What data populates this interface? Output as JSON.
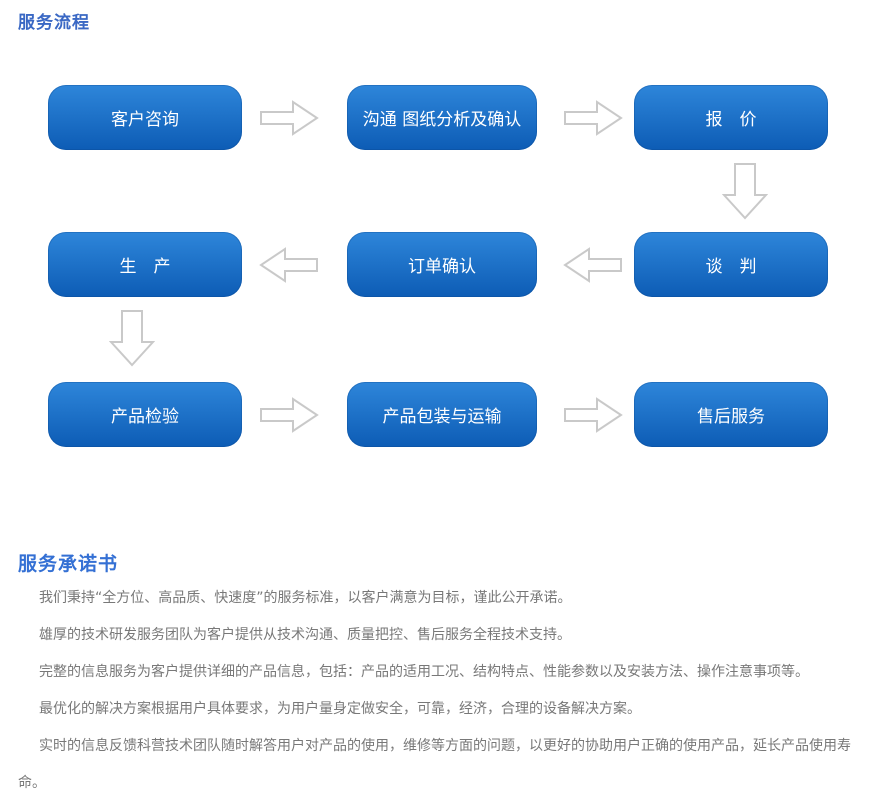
{
  "colors": {
    "page_background": "#ffffff",
    "box_gradient_top": "#2e86da",
    "box_gradient_bottom": "#0d5cb5",
    "box_text": "#ffffff",
    "flow_title": "#3a68c4",
    "promise_title": "#3470d4",
    "body_text": "#787878",
    "arrow_stroke": "#c9c9c9"
  },
  "flow": {
    "title": "服务流程",
    "row1": [
      "客户咨询",
      "沟通 图纸分析及确认",
      "报　价"
    ],
    "row2": [
      "生　产",
      "订单确认",
      "谈　判"
    ],
    "row3": [
      "产品检验",
      "产品包装与运输",
      "售后服务"
    ]
  },
  "promise": {
    "title": "服务承诺书",
    "paragraphs": [
      "我们秉持“全方位、高品质、快速度”的服务标准，以客户满意为目标，谨此公开承诺。",
      "雄厚的技术研发服务团队为客户提供从技术沟通、质量把控、售后服务全程技术支持。",
      "完整的信息服务为客户提供详细的产品信息，包括：产品的适用工况、结构特点、性能参数以及安装方法、操作注意事项等。",
      "最优化的解决方案根据用户具体要求，为用户量身定做安全，可靠，经济，合理的设备解决方案。",
      "实时的信息反馈科营技术团队随时解答用户对产品的使用，维修等方面的问题，以更好的协助用户正确的使用产品，延长产品使用寿命。"
    ]
  }
}
